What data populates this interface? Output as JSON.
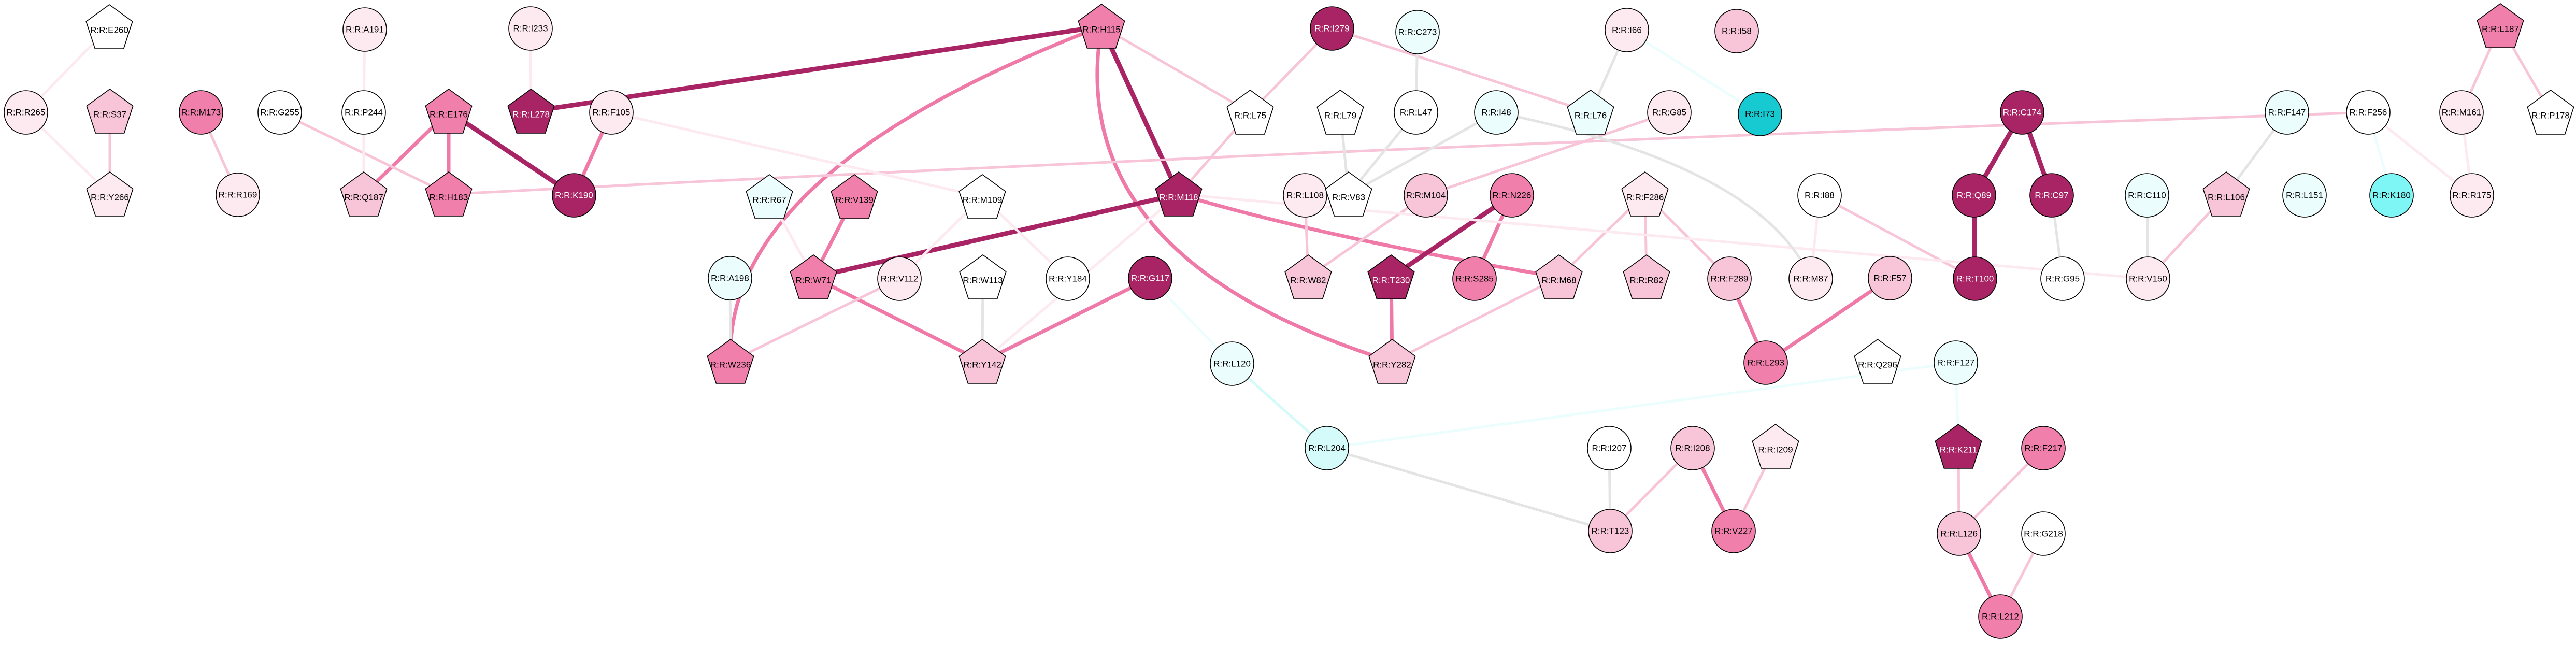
{
  "nodes": [
    {
      "id": "E260",
      "label": "R:R:E260",
      "shape": "pentagon",
      "fill": "#ffffff",
      "text": "#000000"
    },
    {
      "id": "A191",
      "label": "R:R:A191",
      "shape": "circle",
      "fill": "#fdeaf1",
      "text": "#000000"
    },
    {
      "id": "I233",
      "label": "R:R:I233",
      "shape": "circle",
      "fill": "#fdeaf1",
      "text": "#000000"
    },
    {
      "id": "H115",
      "label": "R:R:H115",
      "shape": "pentagon",
      "fill": "#f07fab",
      "text": "#000000"
    },
    {
      "id": "I279",
      "label": "R:R:I279",
      "shape": "circle",
      "fill": "#a82464",
      "text": "#ffffff"
    },
    {
      "id": "C273",
      "label": "R:R:C273",
      "shape": "circle",
      "fill": "#ecfdfd",
      "text": "#000000"
    },
    {
      "id": "I66",
      "label": "R:R:I66",
      "shape": "circle",
      "fill": "#fdeaf1",
      "text": "#000000"
    },
    {
      "id": "I58",
      "label": "R:R:I58",
      "shape": "circle",
      "fill": "#f7c4d8",
      "text": "#000000"
    },
    {
      "id": "L187",
      "label": "R:R:L187",
      "shape": "pentagon",
      "fill": "#f07fab",
      "text": "#000000"
    },
    {
      "id": "R265",
      "label": "R:R:R265",
      "shape": "circle",
      "fill": "#fdeaf1",
      "text": "#000000"
    },
    {
      "id": "S37",
      "label": "R:R:S37",
      "shape": "pentagon",
      "fill": "#f7c4d8",
      "text": "#000000"
    },
    {
      "id": "M173",
      "label": "R:R:M173",
      "shape": "circle",
      "fill": "#f07fab",
      "text": "#000000"
    },
    {
      "id": "G255",
      "label": "R:R:G255",
      "shape": "circle",
      "fill": "#ffffff",
      "text": "#000000"
    },
    {
      "id": "P244",
      "label": "R:R:P244",
      "shape": "circle",
      "fill": "#ffffff",
      "text": "#000000"
    },
    {
      "id": "E176",
      "label": "R:R:E176",
      "shape": "pentagon",
      "fill": "#f07fab",
      "text": "#000000"
    },
    {
      "id": "L278",
      "label": "R:R:L278",
      "shape": "pentagon",
      "fill": "#a82464",
      "text": "#ffffff"
    },
    {
      "id": "F105",
      "label": "R:R:F105",
      "shape": "circle",
      "fill": "#fdeaf1",
      "text": "#000000"
    },
    {
      "id": "L75",
      "label": "R:R:L75",
      "shape": "pentagon",
      "fill": "#ffffff",
      "text": "#000000"
    },
    {
      "id": "L79",
      "label": "R:R:L79",
      "shape": "pentagon",
      "fill": "#ffffff",
      "text": "#000000"
    },
    {
      "id": "L47",
      "label": "R:R:L47",
      "shape": "circle",
      "fill": "#ffffff",
      "text": "#000000"
    },
    {
      "id": "I48",
      "label": "R:R:I48",
      "shape": "circle",
      "fill": "#ecfdfd",
      "text": "#000000"
    },
    {
      "id": "L76",
      "label": "R:R:L76",
      "shape": "pentagon",
      "fill": "#ecfdfd",
      "text": "#000000"
    },
    {
      "id": "G85",
      "label": "R:R:G85",
      "shape": "circle",
      "fill": "#fdeaf1",
      "text": "#000000"
    },
    {
      "id": "I73",
      "label": "R:R:I73",
      "shape": "circle",
      "fill": "#17c9d1",
      "text": "#000000"
    },
    {
      "id": "C174",
      "label": "R:R:C174",
      "shape": "circle",
      "fill": "#a82464",
      "text": "#ffffff"
    },
    {
      "id": "F147",
      "label": "R:R:F147",
      "shape": "circle",
      "fill": "#ecfdfd",
      "text": "#000000"
    },
    {
      "id": "F256",
      "label": "R:R:F256",
      "shape": "circle",
      "fill": "#ffffff",
      "text": "#000000"
    },
    {
      "id": "M161",
      "label": "R:R:M161",
      "shape": "circle",
      "fill": "#fdeaf1",
      "text": "#000000"
    },
    {
      "id": "P178",
      "label": "R:R:P178",
      "shape": "pentagon",
      "fill": "#ffffff",
      "text": "#000000"
    },
    {
      "id": "Y266",
      "label": "R:R:Y266",
      "shape": "pentagon",
      "fill": "#fdeaf1",
      "text": "#000000"
    },
    {
      "id": "R169",
      "label": "R:R:R169",
      "shape": "circle",
      "fill": "#fdeaf1",
      "text": "#000000"
    },
    {
      "id": "Q187",
      "label": "R:R:Q187",
      "shape": "pentagon",
      "fill": "#f7c4d8",
      "text": "#000000"
    },
    {
      "id": "H183",
      "label": "R:R:H183",
      "shape": "pentagon",
      "fill": "#f07fab",
      "text": "#000000"
    },
    {
      "id": "K190",
      "label": "R:R:K190",
      "shape": "circle",
      "fill": "#a82464",
      "text": "#ffffff"
    },
    {
      "id": "M118",
      "label": "R:R:M118",
      "shape": "pentagon",
      "fill": "#a82464",
      "text": "#ffffff"
    },
    {
      "id": "L108",
      "label": "R:R:L108",
      "shape": "circle",
      "fill": "#fdeaf1",
      "text": "#000000"
    },
    {
      "id": "V83",
      "label": "R:R:V83",
      "shape": "pentagon",
      "fill": "#ffffff",
      "text": "#000000"
    },
    {
      "id": "M104",
      "label": "R:R:M104",
      "shape": "circle",
      "fill": "#f7c4d8",
      "text": "#000000"
    },
    {
      "id": "N226",
      "label": "R:R:N226",
      "shape": "circle",
      "fill": "#f07fab",
      "text": "#000000"
    },
    {
      "id": "F286",
      "label": "R:R:F286",
      "shape": "pentagon",
      "fill": "#fdeaf1",
      "text": "#000000"
    },
    {
      "id": "I88",
      "label": "R:R:I88",
      "shape": "circle",
      "fill": "#ffffff",
      "text": "#000000"
    },
    {
      "id": "Q89",
      "label": "R:R:Q89",
      "shape": "circle",
      "fill": "#a82464",
      "text": "#ffffff"
    },
    {
      "id": "C97",
      "label": "R:R:C97",
      "shape": "circle",
      "fill": "#a82464",
      "text": "#ffffff"
    },
    {
      "id": "C110",
      "label": "R:R:C110",
      "shape": "circle",
      "fill": "#ecfdfd",
      "text": "#000000"
    },
    {
      "id": "L106",
      "label": "R:R:L106",
      "shape": "pentagon",
      "fill": "#f7c4d8",
      "text": "#000000"
    },
    {
      "id": "L151",
      "label": "R:R:L151",
      "shape": "circle",
      "fill": "#ecfdfd",
      "text": "#000000"
    },
    {
      "id": "K180",
      "label": "R:R:K180",
      "shape": "circle",
      "fill": "#7ff6f6",
      "text": "#000000"
    },
    {
      "id": "R175",
      "label": "R:R:R175",
      "shape": "circle",
      "fill": "#fdeaf1",
      "text": "#000000"
    },
    {
      "id": "R67",
      "label": "R:R:R67",
      "shape": "pentagon",
      "fill": "#ecfdfd",
      "text": "#000000"
    },
    {
      "id": "V139",
      "label": "R:R:V139",
      "shape": "pentagon",
      "fill": "#f07fab",
      "text": "#000000"
    },
    {
      "id": "M109",
      "label": "R:R:M109",
      "shape": "pentagon",
      "fill": "#ffffff",
      "text": "#000000"
    },
    {
      "id": "A198",
      "label": "R:R:A198",
      "shape": "circle",
      "fill": "#ecfdfd",
      "text": "#000000"
    },
    {
      "id": "W71",
      "label": "R:R:W71",
      "shape": "pentagon",
      "fill": "#f07fab",
      "text": "#000000"
    },
    {
      "id": "V112",
      "label": "R:R:V112",
      "shape": "circle",
      "fill": "#fdeaf1",
      "text": "#000000"
    },
    {
      "id": "W113",
      "label": "R:R:W113",
      "shape": "pentagon",
      "fill": "#ffffff",
      "text": "#000000"
    },
    {
      "id": "Y184",
      "label": "R:R:Y184",
      "shape": "circle",
      "fill": "#ffffff",
      "text": "#000000"
    },
    {
      "id": "G117",
      "label": "R:R:G117",
      "shape": "circle",
      "fill": "#a82464",
      "text": "#ffffff"
    },
    {
      "id": "W82",
      "label": "R:R:W82",
      "shape": "pentagon",
      "fill": "#f7c4d8",
      "text": "#000000"
    },
    {
      "id": "T230",
      "label": "R:R:T230",
      "shape": "pentagon",
      "fill": "#a82464",
      "text": "#ffffff"
    },
    {
      "id": "S285",
      "label": "R:R:S285",
      "shape": "circle",
      "fill": "#f07fab",
      "text": "#000000"
    },
    {
      "id": "M68",
      "label": "R:R:M68",
      "shape": "pentagon",
      "fill": "#f7c4d8",
      "text": "#000000"
    },
    {
      "id": "R82",
      "label": "R:R:R82",
      "shape": "pentagon",
      "fill": "#f7c4d8",
      "text": "#000000"
    },
    {
      "id": "F289",
      "label": "R:R:F289",
      "shape": "circle",
      "fill": "#f7c4d8",
      "text": "#000000"
    },
    {
      "id": "M87",
      "label": "R:R:M87",
      "shape": "circle",
      "fill": "#fdeaf1",
      "text": "#000000"
    },
    {
      "id": "F57",
      "label": "R:R:F57",
      "shape": "circle",
      "fill": "#f7c4d8",
      "text": "#000000"
    },
    {
      "id": "T100",
      "label": "R:R:T100",
      "shape": "circle",
      "fill": "#a82464",
      "text": "#ffffff"
    },
    {
      "id": "G95",
      "label": "R:R:G95",
      "shape": "circle",
      "fill": "#ffffff",
      "text": "#000000"
    },
    {
      "id": "V150",
      "label": "R:R:V150",
      "shape": "circle",
      "fill": "#fdeaf1",
      "text": "#000000"
    },
    {
      "id": "W236",
      "label": "R:R:W236",
      "shape": "pentagon",
      "fill": "#f07fab",
      "text": "#000000"
    },
    {
      "id": "Y142",
      "label": "R:R:Y142",
      "shape": "pentagon",
      "fill": "#f7c4d8",
      "text": "#000000"
    },
    {
      "id": "L120",
      "label": "R:R:L120",
      "shape": "circle",
      "fill": "#ecfdfd",
      "text": "#000000"
    },
    {
      "id": "Y282",
      "label": "R:R:Y282",
      "shape": "pentagon",
      "fill": "#f7c4d8",
      "text": "#000000"
    },
    {
      "id": "L293",
      "label": "R:R:L293",
      "shape": "circle",
      "fill": "#f07fab",
      "text": "#000000"
    },
    {
      "id": "Q296",
      "label": "R:R:Q296",
      "shape": "pentagon",
      "fill": "#ffffff",
      "text": "#000000"
    },
    {
      "id": "F127",
      "label": "R:R:F127",
      "shape": "circle",
      "fill": "#ecfdfd",
      "text": "#000000"
    },
    {
      "id": "L204",
      "label": "R:R:L204",
      "shape": "circle",
      "fill": "#d5fafa",
      "text": "#000000"
    },
    {
      "id": "I207",
      "label": "R:R:I207",
      "shape": "circle",
      "fill": "#ffffff",
      "text": "#000000"
    },
    {
      "id": "I208",
      "label": "R:R:I208",
      "shape": "circle",
      "fill": "#f7c4d8",
      "text": "#000000"
    },
    {
      "id": "I209",
      "label": "R:R:I209",
      "shape": "pentagon",
      "fill": "#fdeaf1",
      "text": "#000000"
    },
    {
      "id": "K211",
      "label": "R:R:K211",
      "shape": "pentagon",
      "fill": "#a82464",
      "text": "#ffffff"
    },
    {
      "id": "F217",
      "label": "R:R:F217",
      "shape": "circle",
      "fill": "#f07fab",
      "text": "#000000"
    },
    {
      "id": "T123",
      "label": "R:R:T123",
      "shape": "circle",
      "fill": "#f7c4d8",
      "text": "#000000"
    },
    {
      "id": "V227",
      "label": "R:R:V227",
      "shape": "circle",
      "fill": "#f07fab",
      "text": "#000000"
    },
    {
      "id": "L126",
      "label": "R:R:L126",
      "shape": "circle",
      "fill": "#f7c4d8",
      "text": "#000000"
    },
    {
      "id": "G218",
      "label": "R:R:G218",
      "shape": "circle",
      "fill": "#ffffff",
      "text": "#000000"
    },
    {
      "id": "L212",
      "label": "R:R:L212",
      "shape": "circle",
      "fill": "#f07fab",
      "text": "#000000"
    }
  ],
  "edges": [
    {
      "a": "H115",
      "b": "L278",
      "color": "#a82464",
      "weight": 3
    },
    {
      "a": "H115",
      "b": "M118",
      "color": "#a82464",
      "weight": 3
    },
    {
      "a": "H115",
      "b": "W236",
      "color": "#ef7aa8",
      "weight": 2
    },
    {
      "a": "H115",
      "b": "Y282",
      "color": "#ef7aa8",
      "weight": 2
    },
    {
      "a": "H115",
      "b": "L75",
      "color": "#f7c4d8",
      "weight": 1
    },
    {
      "a": "E176",
      "b": "K190",
      "color": "#a82464",
      "weight": 3
    },
    {
      "a": "E176",
      "b": "Q187",
      "color": "#ef7aa8",
      "weight": 2
    },
    {
      "a": "E176",
      "b": "H183",
      "color": "#ef7aa8",
      "weight": 2
    },
    {
      "a": "M118",
      "b": "W71",
      "color": "#a82464",
      "weight": 3
    },
    {
      "a": "M118",
      "b": "M68",
      "color": "#ef7aa8",
      "weight": 2
    },
    {
      "a": "M118",
      "b": "L75",
      "color": "#f7c4d8",
      "weight": 1
    },
    {
      "a": "N226",
      "b": "T230",
      "color": "#a82464",
      "weight": 3
    },
    {
      "a": "N226",
      "b": "S285",
      "color": "#ef7aa8",
      "weight": 2
    },
    {
      "a": "C174",
      "b": "Q89",
      "color": "#a82464",
      "weight": 3
    },
    {
      "a": "C174",
      "b": "C97",
      "color": "#a82464",
      "weight": 3
    },
    {
      "a": "Q89",
      "b": "T100",
      "color": "#a82464",
      "weight": 3
    },
    {
      "a": "T230",
      "b": "Y282",
      "color": "#ef7aa8",
      "weight": 2
    },
    {
      "a": "W71",
      "b": "Y142",
      "color": "#ef7aa8",
      "weight": 2
    },
    {
      "a": "V139",
      "b": "W71",
      "color": "#ef7aa8",
      "weight": 2
    },
    {
      "a": "G117",
      "b": "Y142",
      "color": "#ef7aa8",
      "weight": 2
    },
    {
      "a": "F289",
      "b": "L293",
      "color": "#ef7aa8",
      "weight": 2
    },
    {
      "a": "F57",
      "b": "L293",
      "color": "#ef7aa8",
      "weight": 2
    },
    {
      "a": "I208",
      "b": "V227",
      "color": "#ef7aa8",
      "weight": 2
    },
    {
      "a": "L126",
      "b": "L212",
      "color": "#ef7aa8",
      "weight": 2
    },
    {
      "a": "F105",
      "b": "K190",
      "color": "#ef7aa8",
      "weight": 2
    },
    {
      "a": "M173",
      "b": "R169",
      "color": "#f7c4d8",
      "weight": 1
    },
    {
      "a": "S37",
      "b": "Y266",
      "color": "#f7c4d8",
      "weight": 1
    },
    {
      "a": "G255",
      "b": "H183",
      "color": "#f7c4d8",
      "weight": 1
    },
    {
      "a": "I279",
      "b": "L75",
      "color": "#f7c4d8",
      "weight": 1
    },
    {
      "a": "I279",
      "b": "L76",
      "color": "#f7c4d8",
      "weight": 1
    },
    {
      "a": "F256",
      "b": "H183",
      "color": "#f7c4d8",
      "weight": 1
    },
    {
      "a": "G85",
      "b": "M104",
      "color": "#f7c4d8",
      "weight": 1
    },
    {
      "a": "M104",
      "b": "W82",
      "color": "#f7c4d8",
      "weight": 1
    },
    {
      "a": "F286",
      "b": "M68",
      "color": "#f7c4d8",
      "weight": 1
    },
    {
      "a": "F286",
      "b": "R82",
      "color": "#f7c4d8",
      "weight": 1
    },
    {
      "a": "F286",
      "b": "F289",
      "color": "#f7c4d8",
      "weight": 1
    },
    {
      "a": "M68",
      "b": "Y282",
      "color": "#f7c4d8",
      "weight": 1
    },
    {
      "a": "I88",
      "b": "T100",
      "color": "#f7c4d8",
      "weight": 1
    },
    {
      "a": "V112",
      "b": "W236",
      "color": "#f7c4d8",
      "weight": 1
    },
    {
      "a": "L187",
      "b": "M161",
      "color": "#f7c4d8",
      "weight": 1
    },
    {
      "a": "L187",
      "b": "P178",
      "color": "#f7c4d8",
      "weight": 1
    },
    {
      "a": "I209",
      "b": "V227",
      "color": "#f7c4d8",
      "weight": 1
    },
    {
      "a": "I208",
      "b": "T123",
      "color": "#f7c4d8",
      "weight": 1
    },
    {
      "a": "L106",
      "b": "V150",
      "color": "#f7c4d8",
      "weight": 1
    },
    {
      "a": "K211",
      "b": "L126",
      "color": "#f7c4d8",
      "weight": 1
    },
    {
      "a": "F217",
      "b": "L126",
      "color": "#f7c4d8",
      "weight": 1
    },
    {
      "a": "G218",
      "b": "L212",
      "color": "#f7c4d8",
      "weight": 1
    },
    {
      "a": "L108",
      "b": "W82",
      "color": "#f7c4d8",
      "weight": 1
    },
    {
      "a": "E260",
      "b": "R265",
      "color": "#fdeaf1",
      "weight": 1
    },
    {
      "a": "R265",
      "b": "Y266",
      "color": "#fdeaf1",
      "weight": 1
    },
    {
      "a": "A191",
      "b": "P244",
      "color": "#fdeaf1",
      "weight": 1
    },
    {
      "a": "I233",
      "b": "L278",
      "color": "#fdeaf1",
      "weight": 1
    },
    {
      "a": "P244",
      "b": "Q187",
      "color": "#fdeaf1",
      "weight": 1
    },
    {
      "a": "F105",
      "b": "M109",
      "color": "#fdeaf1",
      "weight": 1
    },
    {
      "a": "M109",
      "b": "V112",
      "color": "#fdeaf1",
      "weight": 1
    },
    {
      "a": "M109",
      "b": "Y184",
      "color": "#fdeaf1",
      "weight": 1
    },
    {
      "a": "M118",
      "b": "V150",
      "color": "#fdeaf1",
      "weight": 1
    },
    {
      "a": "R67",
      "b": "W71",
      "color": "#fdeaf1",
      "weight": 1
    },
    {
      "a": "I88",
      "b": "M87",
      "color": "#fdeaf1",
      "weight": 1
    },
    {
      "a": "F256",
      "b": "R175",
      "color": "#fdeaf1",
      "weight": 1
    },
    {
      "a": "M161",
      "b": "R175",
      "color": "#fdeaf1",
      "weight": 1
    },
    {
      "a": "M118",
      "b": "Y142",
      "color": "#fdeaf1",
      "weight": 1
    },
    {
      "a": "L204",
      "b": "T123",
      "color": "#e4e4e4",
      "weight": 1
    },
    {
      "a": "I48",
      "b": "V83",
      "color": "#e4e4e4",
      "weight": 1
    },
    {
      "a": "L79",
      "b": "V83",
      "color": "#e4e4e4",
      "weight": 1
    },
    {
      "a": "L47",
      "b": "V83",
      "color": "#e4e4e4",
      "weight": 1
    },
    {
      "a": "I48",
      "b": "M87",
      "color": "#e4e4e4",
      "weight": 1
    },
    {
      "a": "I66",
      "b": "L76",
      "color": "#e4e4e4",
      "weight": 1
    },
    {
      "a": "C273",
      "b": "L47",
      "color": "#e4e4e4",
      "weight": 1
    },
    {
      "a": "C97",
      "b": "G95",
      "color": "#e4e4e4",
      "weight": 1
    },
    {
      "a": "C110",
      "b": "V150",
      "color": "#e4e4e4",
      "weight": 1
    },
    {
      "a": "F147",
      "b": "L106",
      "color": "#e4e4e4",
      "weight": 1
    },
    {
      "a": "W113",
      "b": "Y142",
      "color": "#e4e4e4",
      "weight": 1
    },
    {
      "a": "A198",
      "b": "W236",
      "color": "#e4e4e4",
      "weight": 1
    },
    {
      "a": "I207",
      "b": "T123",
      "color": "#e4e4e4",
      "weight": 1
    },
    {
      "a": "L120",
      "b": "L204",
      "color": "#d5fafa",
      "weight": 1
    },
    {
      "a": "G117",
      "b": "L120",
      "color": "#ecfdfd",
      "weight": 1
    },
    {
      "a": "F127",
      "b": "L204",
      "color": "#ecfdfd",
      "weight": 1
    },
    {
      "a": "F127",
      "b": "K211",
      "color": "#ecfdfd",
      "weight": 1
    },
    {
      "a": "I66",
      "b": "I73",
      "color": "#ecfdfd",
      "weight": 1
    },
    {
      "a": "F256",
      "b": "K180",
      "color": "#ecfdfd",
      "weight": 1
    }
  ]
}
